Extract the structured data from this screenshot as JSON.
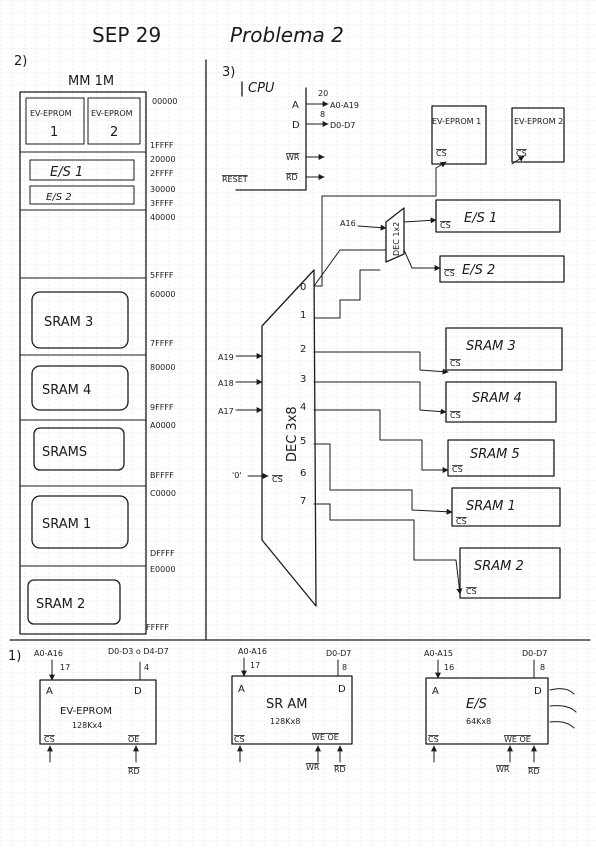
{
  "header": {
    "date": "SEP 29",
    "title": "Problema 2",
    "section_mm": "2)",
    "section_cpu": "3)",
    "section_chips": "1)"
  },
  "memory_map": {
    "title": "MM 1M",
    "blocks": [
      {
        "label_a": "EV-EPROM",
        "label_b": "1",
        "label_c": "EV-EPROM",
        "label_d": "2"
      },
      {
        "label": "E/S 1"
      },
      {
        "label": "E/S 2"
      },
      {
        "label": "SRAM 3"
      },
      {
        "label": "SRAM 4"
      },
      {
        "label": "SRAMS"
      },
      {
        "label": "SRAM 1"
      },
      {
        "label": "SRAM 2"
      }
    ],
    "addresses": [
      "00000",
      "1FFFF",
      "20000",
      "2FFFF",
      "30000",
      "3FFFF",
      "40000",
      "5FFFF",
      "60000",
      "7FFFF",
      "80000",
      "9FFFF",
      "A0000",
      "BFFFF",
      "C0000",
      "DFFFF",
      "E0000",
      "FFFFF"
    ]
  },
  "cpu": {
    "label": "CPU",
    "pin_a": "A",
    "bus_a": "A0-A19",
    "bus_a_width": "20",
    "pin_d": "D",
    "bus_d": "D0-D7",
    "bus_d_width": "8",
    "wr": "WR",
    "rd": "RD",
    "reset": "RESET"
  },
  "decoder": {
    "label": "DEC 3x8",
    "inputs": [
      "A19",
      "A18",
      "A17"
    ],
    "cs_label": "CS",
    "cs_value": "'0'",
    "outputs": [
      "0",
      "1",
      "2",
      "3",
      "4",
      "5",
      "6",
      "7"
    ]
  },
  "small_decoder": {
    "label": "DEC 1x2",
    "input": "A16"
  },
  "targets": [
    "EV-EPROM 1",
    "EV-EPROM 2",
    "E/S 1",
    "E/S 2",
    "SRAM 3",
    "SRAM 4",
    "SRAM 5",
    "SRAM 1",
    "SRAM 2"
  ],
  "cs": "CS",
  "chips": [
    {
      "name": "EV-EPROM",
      "size": "128Kx4",
      "addr": "A0-A16",
      "addr_width": "17",
      "data": "D0-D3 o D4-D7",
      "data_width": "4",
      "pin_a": "A",
      "pin_d": "D",
      "cs": "CS",
      "oe": "OE",
      "rd": "RD"
    },
    {
      "name": "SR AM",
      "size": "128Kx8",
      "addr": "A0-A16",
      "addr_width": "17",
      "data": "D0-D7",
      "data_width": "8",
      "pin_a": "A",
      "pin_d": "D",
      "cs": "CS",
      "we_oe": "WE OE",
      "wr": "WR",
      "rd": "RD"
    },
    {
      "name": "E/S",
      "size": "64Kx8",
      "addr": "A0-A15",
      "addr_width": "16",
      "data": "D0-D7",
      "data_width": "8",
      "pin_a": "A",
      "pin_d": "D",
      "cs": "CS",
      "we_oe": "WE OE",
      "wr": "WR",
      "rd": "RD"
    }
  ]
}
